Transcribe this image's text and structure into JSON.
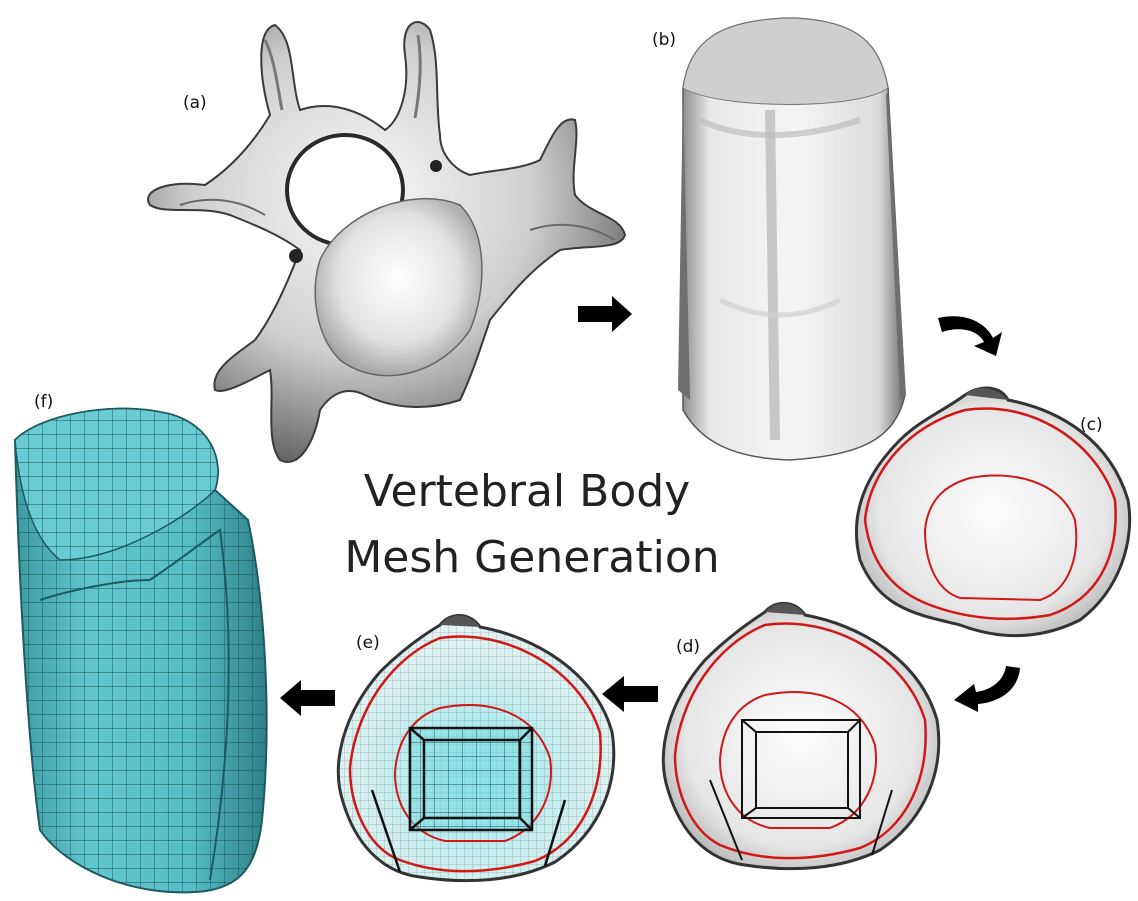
{
  "figure": {
    "title_line1": "Vertebral Body",
    "title_line2": "Mesh Generation",
    "panels": {
      "a": "(a)",
      "b": "(b)",
      "c": "(c)",
      "d": "(d)",
      "e": "(e)",
      "f": "(f)"
    }
  },
  "colors": {
    "bone_light": "#f2f2f2",
    "bone_mid": "#b4b4b4",
    "bone_dark": "#5a5a5a",
    "contour_red": "#d01818",
    "mesh_teal": "#5cc4cc",
    "mesh_teal_dark": "#2f8f98",
    "arrow_black": "#000000"
  }
}
